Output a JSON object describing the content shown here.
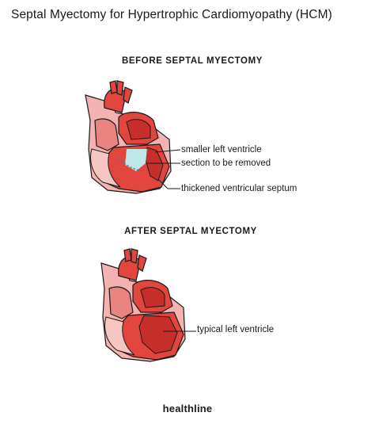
{
  "title": "Septal Myectomy for Hypertrophic Cardiomyopathy (HCM)",
  "before": {
    "heading": "BEFORE SEPTAL MYECTOMY",
    "labels": {
      "smaller_lv": "smaller left ventricle",
      "section_removed": "section to be removed",
      "thick_septum": "thickened ventricular septum"
    }
  },
  "after": {
    "heading": "AFTER SEPTAL MYECTOMY",
    "labels": {
      "typical_lv": "typical left ventricle"
    }
  },
  "brand": "healthline",
  "colors": {
    "outer_heart": "#f4b3b0",
    "muscle": "#e2453d",
    "dark_red": "#c62f29",
    "removed_section": "#bfe6e8",
    "line": "#1a1a1a"
  }
}
